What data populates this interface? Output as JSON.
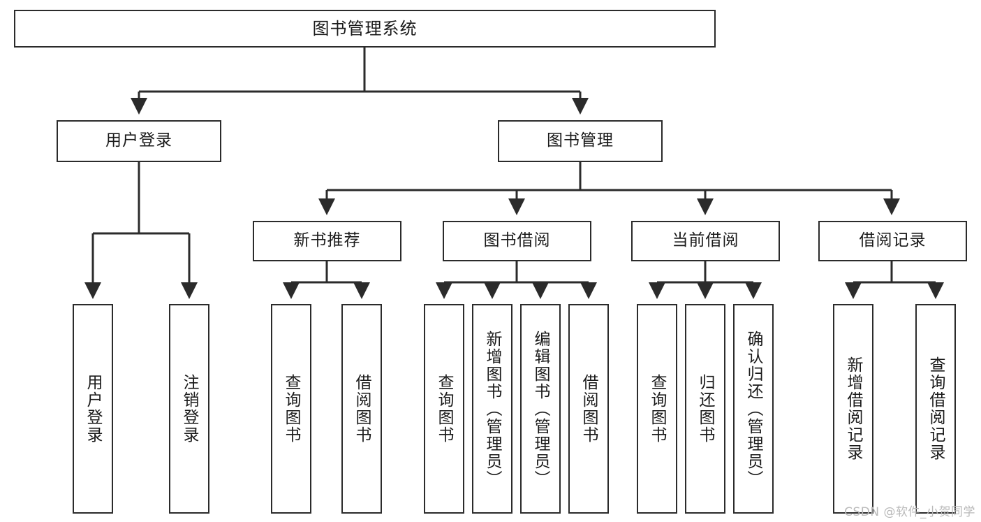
{
  "diagram": {
    "type": "tree-hierarchy-diagram",
    "title": "图书管理系统",
    "colors": {
      "box_border": "#2b2b2b",
      "box_fill": "#ffffff",
      "connector": "#2b2b2b",
      "text": "#1a1a1a",
      "background": "#ffffff",
      "watermark": "#b9b9b9"
    },
    "root": {
      "label": "图书管理系统"
    },
    "level2": [
      {
        "label": "用户登录"
      },
      {
        "label": "图书管理"
      }
    ],
    "level3": [
      {
        "label": "新书推荐"
      },
      {
        "label": "图书借阅"
      },
      {
        "label": "当前借阅"
      },
      {
        "label": "借阅记录"
      }
    ],
    "leaves": {
      "user_login": [
        {
          "label": "用户登录"
        },
        {
          "label": "注销登录"
        }
      ],
      "new_book_recommend": [
        {
          "label": "查询图书"
        },
        {
          "label": "借阅图书"
        }
      ],
      "book_borrow": [
        {
          "label": "查询图书"
        },
        {
          "label": "新增图书（管理员）"
        },
        {
          "label": "编辑图书（管理员）"
        },
        {
          "label": "借阅图书"
        }
      ],
      "current_borrow": [
        {
          "label": "查询图书"
        },
        {
          "label": "归还图书"
        },
        {
          "label": "确认归还（管理员）"
        }
      ],
      "borrow_record": [
        {
          "label": "新增借阅记录"
        },
        {
          "label": "查询借阅记录"
        }
      ]
    }
  },
  "watermark": {
    "text": "CSDN @软件_小贺同学"
  }
}
